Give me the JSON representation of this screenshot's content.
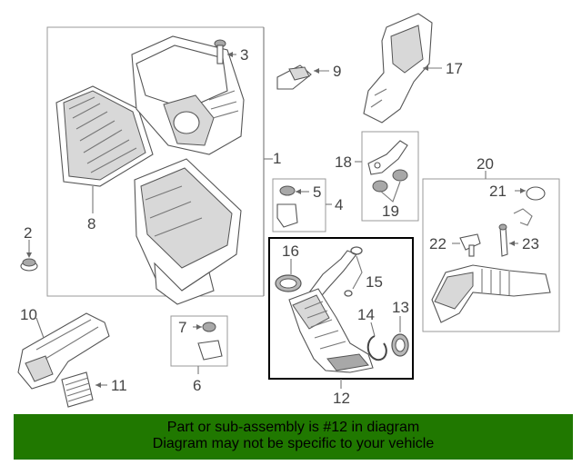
{
  "callouts": [
    "1",
    "2",
    "3",
    "4",
    "5",
    "6",
    "7",
    "8",
    "9",
    "10",
    "11",
    "12",
    "13",
    "14",
    "15",
    "16",
    "17",
    "18",
    "19",
    "20",
    "21",
    "22",
    "23"
  ],
  "banner": {
    "line1": "Part or sub-assembly is #12 in diagram",
    "line2": "Diagram may not be specific to your vehicle",
    "background": "#207800"
  },
  "highlight_part": "12"
}
